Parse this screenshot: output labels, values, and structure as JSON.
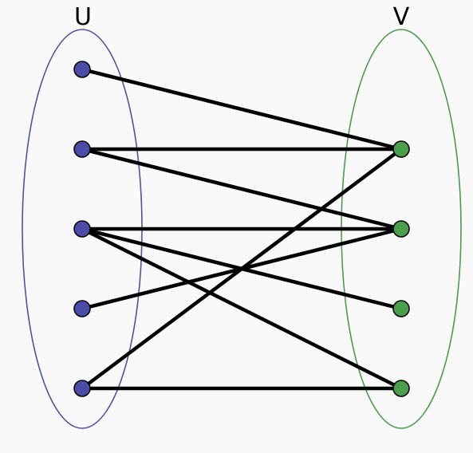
{
  "graph": {
    "type": "bipartite",
    "sets": {
      "U": {
        "label": "U",
        "color": "#5252a0",
        "fill": "#4c4ca8"
      },
      "V": {
        "label": "V",
        "color": "#4f9a4f",
        "fill": "#4b9e4b"
      }
    },
    "nodes": {
      "U": [
        "u1",
        "u2",
        "u3",
        "u4",
        "u5"
      ],
      "V": [
        "v1",
        "v2",
        "v3",
        "v4"
      ]
    },
    "edges": [
      [
        "u1",
        "v1"
      ],
      [
        "u2",
        "v1"
      ],
      [
        "u2",
        "v2"
      ],
      [
        "u3",
        "v2"
      ],
      [
        "u3",
        "v3"
      ],
      [
        "u3",
        "v4"
      ],
      [
        "u4",
        "v2"
      ],
      [
        "u5",
        "v1"
      ],
      [
        "u5",
        "v4"
      ]
    ],
    "edge_color": "#000000"
  }
}
